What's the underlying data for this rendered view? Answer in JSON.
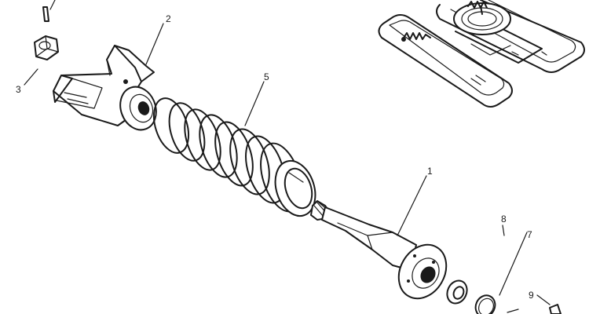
{
  "diagram": {
    "parts": [
      {
        "id": "part-1",
        "callout": "1"
      },
      {
        "id": "part-2",
        "callout": "2"
      },
      {
        "id": "part-3",
        "callout": "3"
      },
      {
        "id": "part-5",
        "callout": "5"
      },
      {
        "id": "part-7",
        "callout": "7"
      },
      {
        "id": "part-8",
        "callout": "8"
      },
      {
        "id": "part-9",
        "callout": "9"
      }
    ]
  }
}
